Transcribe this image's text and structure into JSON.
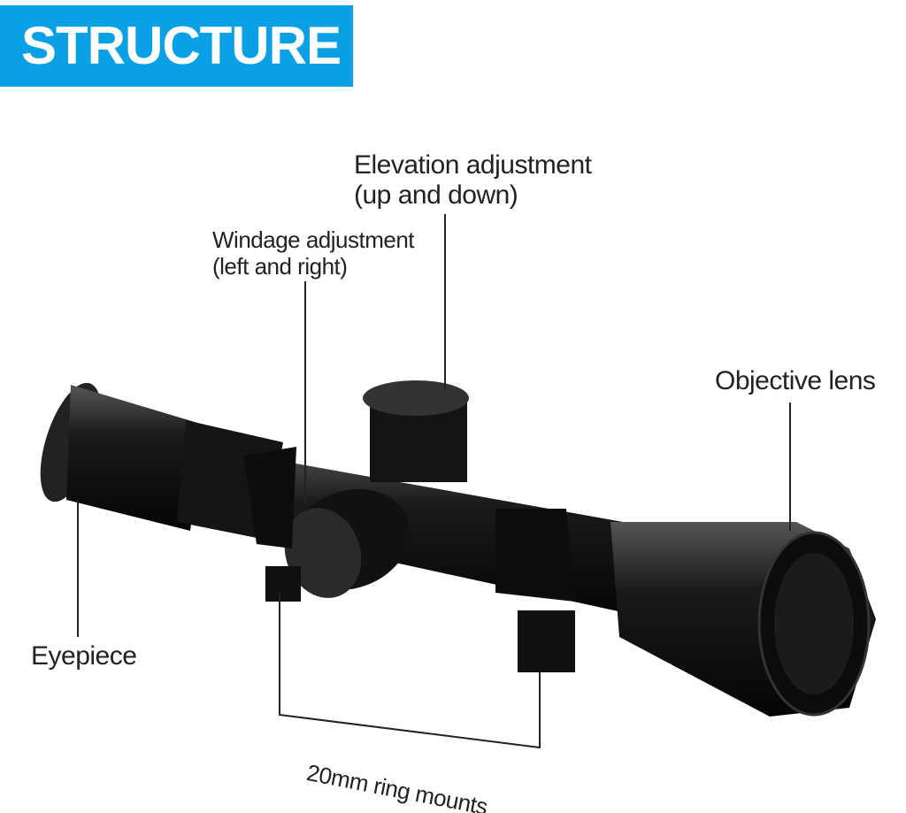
{
  "title": "STRUCTURE",
  "colors": {
    "banner": "#0aa0e6",
    "text": "#222222",
    "scope": "#111111"
  },
  "labels": {
    "elevation_line1": "Elevation adjustment",
    "elevation_line2": "(up and down)",
    "windage_line1": "Windage adjustment",
    "windage_line2": "(left and right)",
    "objective": "Objective lens",
    "eyepiece": "Eyepiece",
    "ring_mounts": "20mm ring mounts"
  }
}
